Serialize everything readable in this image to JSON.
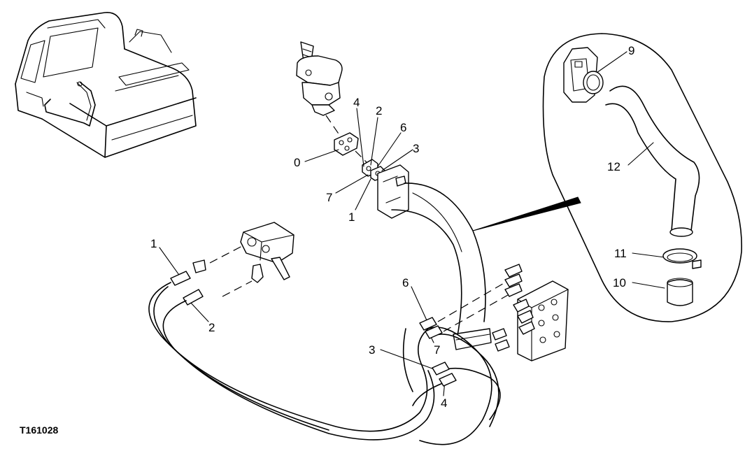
{
  "figure_id": "T161028",
  "callouts": {
    "c0": "0",
    "c1_top": "1",
    "c2_top": "2",
    "c3_top": "3",
    "c4_top": "4",
    "c6_top": "6",
    "c7_top": "7",
    "c1_left": "1",
    "c2_left": "2",
    "c3_bottom": "3",
    "c4_bottom": "4",
    "c6_mid": "6",
    "c7_mid": "7",
    "c9": "9",
    "c10": "10",
    "c11": "11",
    "c12": "12"
  }
}
